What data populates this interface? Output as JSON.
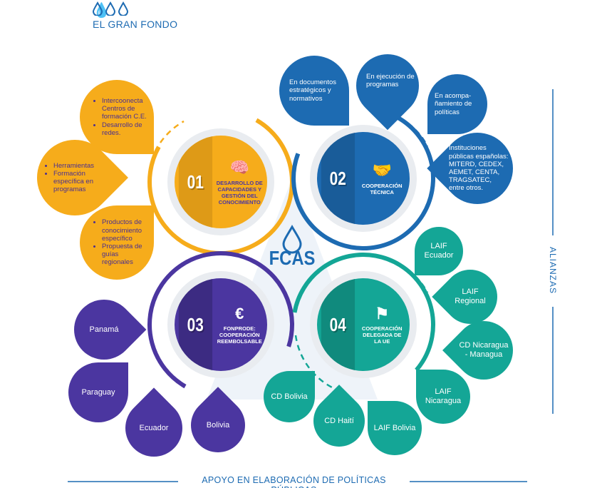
{
  "header": {
    "title": "EL GRAN FONDO",
    "icons": [
      "drop-icon",
      "drop-icon",
      "drop-icon"
    ]
  },
  "center": {
    "label": "FCAS"
  },
  "colors": {
    "orange": "#F6AC1B",
    "blue": "#1D6BB2",
    "purple": "#4B36A0",
    "teal": "#14A696"
  },
  "pillars": [
    {
      "number": "01",
      "title": "DESARROLLO DE CAPACIDADES Y GESTIÓN DEL CONOCIMIENTO",
      "icon": "brain-circuit-icon",
      "drops": [
        [
          "Intercoonecta Centros de formación C.E.",
          "Desarrollo de redes."
        ],
        [
          "Herramientas",
          "Formación específica en programas"
        ],
        [
          "Productos de conocimiento específico",
          "Propuesta de guías regionales"
        ]
      ]
    },
    {
      "number": "02",
      "title": "COOPERACIÓN TÉCNICA",
      "icon": "handshake-icon",
      "drops": [
        "En documentos estratégicos y normativos",
        "En ejecución de programas",
        "En acompa- ñamiento de políticas",
        "Instituciones públicas españolas: MITERD, CEDEX, AEMET, CENTA, TRAGSATEC, entre otros."
      ]
    },
    {
      "number": "03",
      "title": "FONPRODE: COOPERACIÓN REEMBOLSABLE",
      "icon": "people-euro-icon",
      "drops": [
        "Panamá",
        "Paraguay",
        "Ecuador",
        "Bolivia"
      ]
    },
    {
      "number": "04",
      "title": "COOPERACIÓN DELEGADA DE LA UE",
      "icon": "eu-flag-icon",
      "drops": [
        "LAIF Ecuador",
        "LAIF Regional",
        "CD Nicaragua - Managua",
        "LAIF Nicaragua",
        "LAIF Bolivia",
        "CD Haití",
        "CD Bolivia"
      ]
    }
  ],
  "side_label": "ALIANZAS",
  "footer_label": "APOYO EN ELABORACIÓN DE POLÍTICAS PÚBLICAS"
}
